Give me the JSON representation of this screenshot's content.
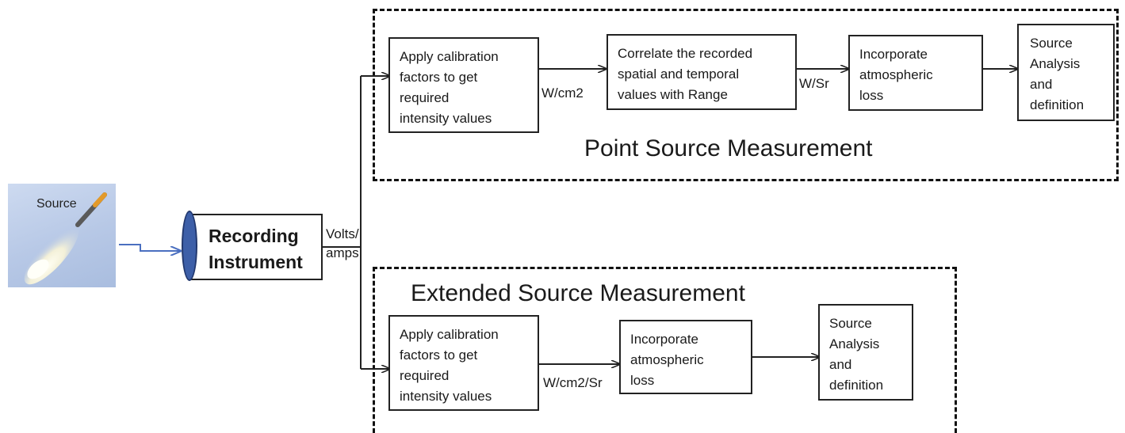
{
  "source": {
    "label": "Source"
  },
  "recorder": {
    "label": "Recording\nInstrument",
    "output_label": "Volts/\namps"
  },
  "point_group": {
    "title": "Point Source Measurement",
    "boxes": [
      {
        "text": "Apply calibration\nfactors to get\nrequired\nintensity values"
      },
      {
        "text": "Correlate the recorded\nspatial and temporal\nvalues with Range"
      },
      {
        "text": "Incorporate\natmospheric\nloss"
      },
      {
        "text": "Source\nAnalysis\nand\ndefinition"
      }
    ],
    "edges": [
      "W/cm2",
      "W/Sr"
    ]
  },
  "extended_group": {
    "title": "Extended Source Measurement",
    "boxes": [
      {
        "text": "Apply calibration\nfactors to get\nrequired\nintensity values"
      },
      {
        "text": "Incorporate\natmospheric\nloss"
      },
      {
        "text": "Source\nAnalysis\nand\ndefinition"
      }
    ],
    "edges": [
      "W/cm2/Sr"
    ]
  }
}
